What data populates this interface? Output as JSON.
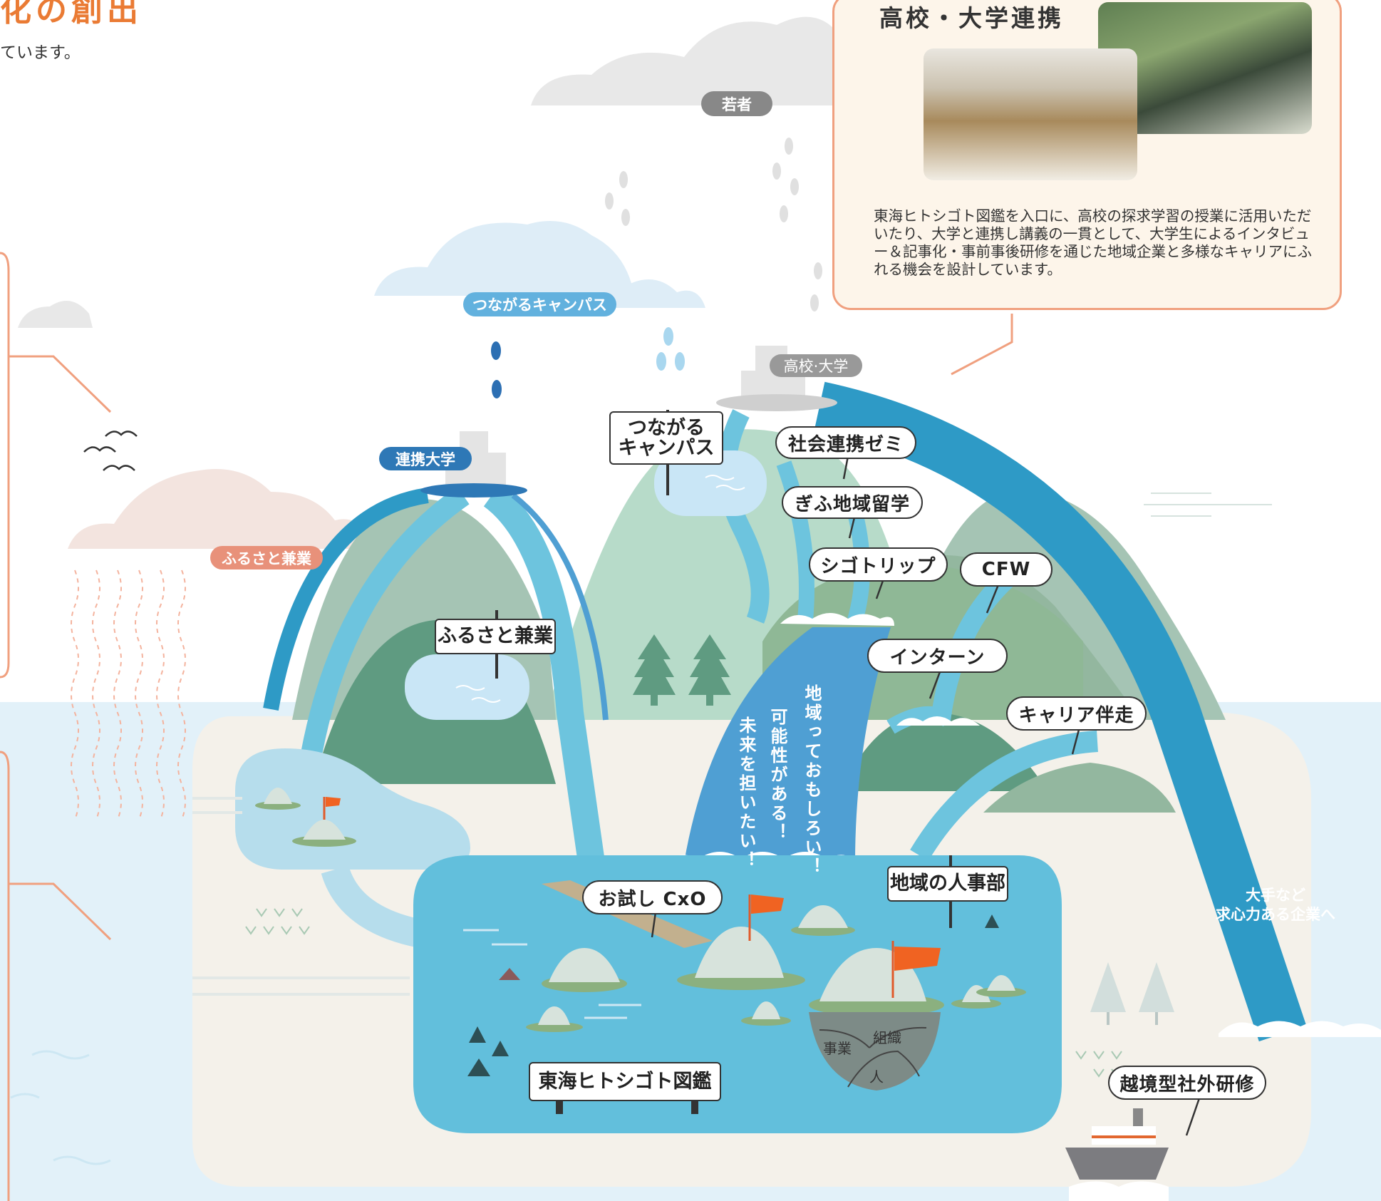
{
  "header": {
    "title_fragment": "化の創出",
    "intro_fragment": "ています。"
  },
  "callout": {
    "title": "高校・大学連携",
    "body": "東海ヒトシゴト図鑑を入口に、高校の探求学習の授業に活用いただいたり、大学と連携し講義の一貫として、大学生によるインタビュー＆記事化・事前事後研修を通じた地域企業と多様なキャリアにふれる機会を設計しています。",
    "photos": [
      "meeting-photo",
      "outdoor-group-photo"
    ]
  },
  "pills": {
    "wakamono": "若者",
    "tsunagaru": "つながるキャンパス",
    "koukou": "高校·大学",
    "renkei": "連携大学",
    "furusato": "ふるさと兼業"
  },
  "signs": {
    "tsunagaru_line1": "つながる",
    "tsunagaru_line2": "キャンパス",
    "furusato": "ふるさと兼業",
    "zukan": "東海ヒトシゴト図鑑",
    "jinjibu": "地域の人事部"
  },
  "labels": {
    "zemi": "社会連携ゼミ",
    "ryugaku": "ぎふ地域留学",
    "trip": "シゴトリップ",
    "cfw": "CFW",
    "intern": "インターン",
    "career": "キャリア伴走",
    "cxo": "お試し CxO",
    "ekkyo": "越境型社外研修"
  },
  "waterfall_text": {
    "col1": "地域っておもしろい！",
    "col2": "可能性がある！",
    "col3": "未来を担いたい！"
  },
  "island_words": {
    "business": "事業",
    "organization": "組織",
    "people": "人"
  },
  "big_companies": {
    "line1": "大手など",
    "line2": "求心力ある企業へ"
  },
  "colors": {
    "orange": "#ea7b34",
    "salmon": "#e8917a",
    "deep_blue": "#2e9ac6",
    "light_blue": "#6dc4de",
    "sea": "#dff0f8",
    "lake": "#62bfdc",
    "mountain_green": "#a8c8b0",
    "dark_green": "#5f9b81"
  }
}
